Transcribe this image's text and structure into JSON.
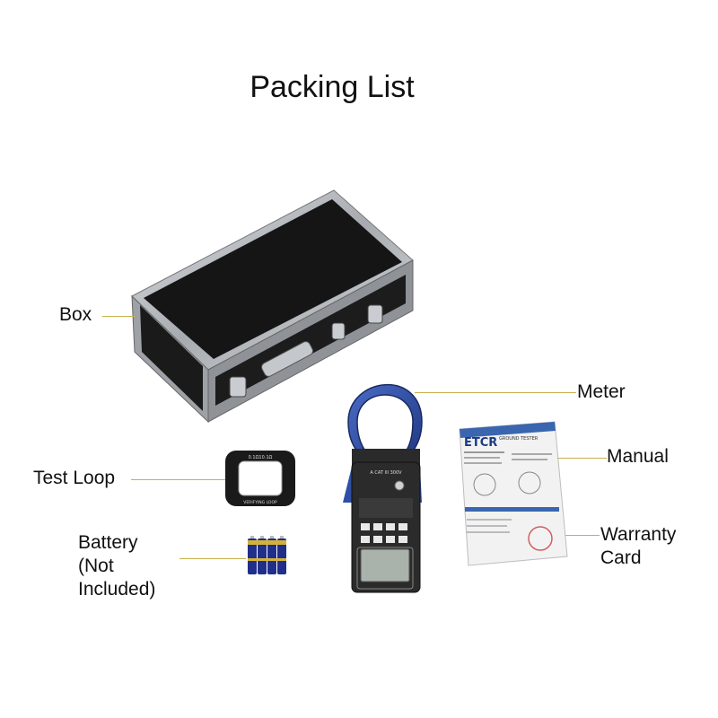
{
  "title": "Packing List",
  "labels": {
    "box": "Box",
    "meter": "Meter",
    "manual": "Manual",
    "test_loop": "Test Loop",
    "warranty_line1": "Warranty",
    "warranty_line2": "Card",
    "battery_line1": "Battery",
    "battery_line2": "(Not",
    "battery_line3": "Included)"
  },
  "loop_text": {
    "top": "0.1Ω10.1Ω",
    "bottom": "VERIFYING LOOP"
  },
  "manual_text": {
    "brand": "ETCR",
    "header": "GROUND TESTER"
  },
  "colors": {
    "leader": "#c8b04a",
    "meter_blue": "#2f4fa6",
    "case_black": "#151515",
    "aluminum": "#b9bcc0",
    "battery_blue": "#1f2f8a"
  }
}
